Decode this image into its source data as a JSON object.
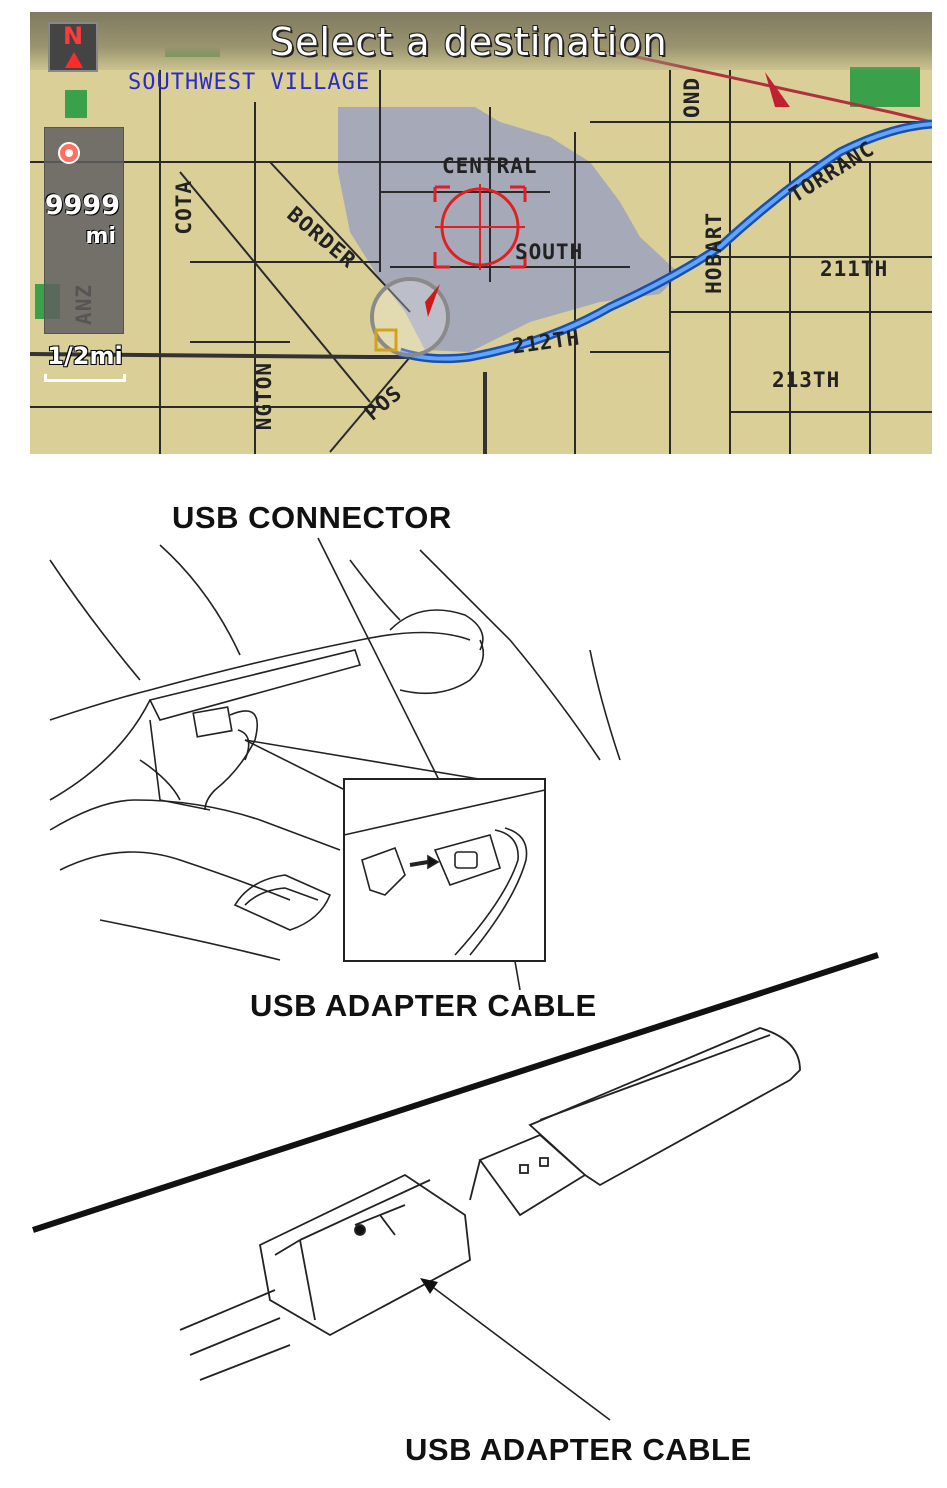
{
  "nav_screen": {
    "title": "Select a destination",
    "compass_letter": "N",
    "area_name": "SOUTHWEST VILLAGE",
    "distance_value": "9999",
    "distance_unit": "mi",
    "scale": "1/2mi",
    "street_labels": {
      "central": "CENTRAL",
      "south": "SOUTH",
      "border": "BORDER",
      "cota": "COTA",
      "anza": "ANZ",
      "ngton": "NGTON",
      "pos": "POS",
      "st_212": "212TH",
      "st_211": "211TH",
      "st_213": "213TH",
      "hobart": "HOBART",
      "torrance": "TORRANC",
      "ond": "OND"
    },
    "colors": {
      "map_land": "#d9cf97",
      "highlight_area": "#a6a9b8",
      "route": "#3b7fd9",
      "park": "#2f9a3c",
      "cursor": "#e02020"
    }
  },
  "illustration": {
    "usb_connector_label": "USB CONNECTOR",
    "usb_adapter_cable_label_1": "USB ADAPTER CABLE",
    "usb_adapter_cable_label_2": "USB ADAPTER CABLE"
  }
}
